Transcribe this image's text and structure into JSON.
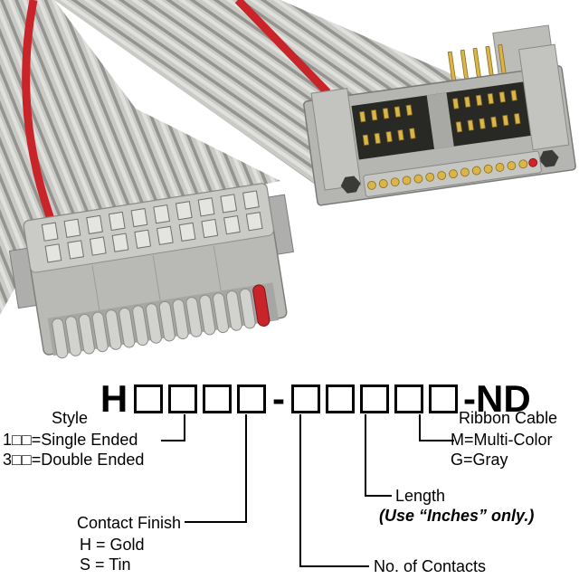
{
  "photo": {
    "cable_gray": "#c9c9c6",
    "stripe_red": "#c8242a",
    "connector_gray": "#b5b5b2",
    "pin_gold": "#d9b54a"
  },
  "part_number": {
    "prefix": "H",
    "separator": "-",
    "suffix": "-ND"
  },
  "callouts": {
    "style": {
      "title": "Style",
      "option1": "1□□=Single Ended",
      "option2": "3□□=Double Ended"
    },
    "contact_finish": {
      "title": "Contact Finish",
      "option1": "H = Gold",
      "option2": "S = Tin"
    },
    "ribbon_cable": {
      "title": "Ribbon Cable",
      "option1": "M=Multi-Color",
      "option2": "G=Gray"
    },
    "length": {
      "title": "Length",
      "note": "(Use “Inches” only.)"
    },
    "contacts": {
      "title": "No. of Contacts"
    }
  }
}
